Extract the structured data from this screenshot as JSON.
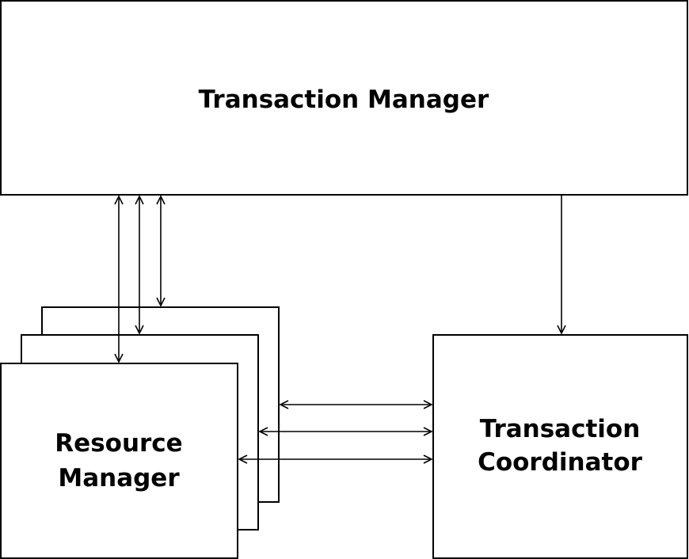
{
  "transaction_manager": {
    "label": "Transaction Manager"
  },
  "resource_manager": {
    "line1": "Resource",
    "line2": "Manager",
    "stack_count": 3
  },
  "transaction_coordinator": {
    "line1": "Transaction",
    "line2": "Coordinator"
  },
  "connections": [
    {
      "from": "Transaction Manager",
      "to": "Resource Manager",
      "direction": "bidirectional"
    },
    {
      "from": "Transaction Manager",
      "to": "Resource Manager",
      "direction": "bidirectional"
    },
    {
      "from": "Transaction Manager",
      "to": "Resource Manager",
      "direction": "bidirectional"
    },
    {
      "from": "Transaction Manager",
      "to": "Transaction Coordinator",
      "direction": "one-way"
    },
    {
      "from": "Resource Manager",
      "to": "Transaction Coordinator",
      "direction": "bidirectional"
    },
    {
      "from": "Resource Manager",
      "to": "Transaction Coordinator",
      "direction": "bidirectional"
    },
    {
      "from": "Resource Manager",
      "to": "Transaction Coordinator",
      "direction": "bidirectional"
    }
  ],
  "colors": {
    "stroke": "#000000",
    "fill": "#ffffff",
    "text": "#000000"
  }
}
